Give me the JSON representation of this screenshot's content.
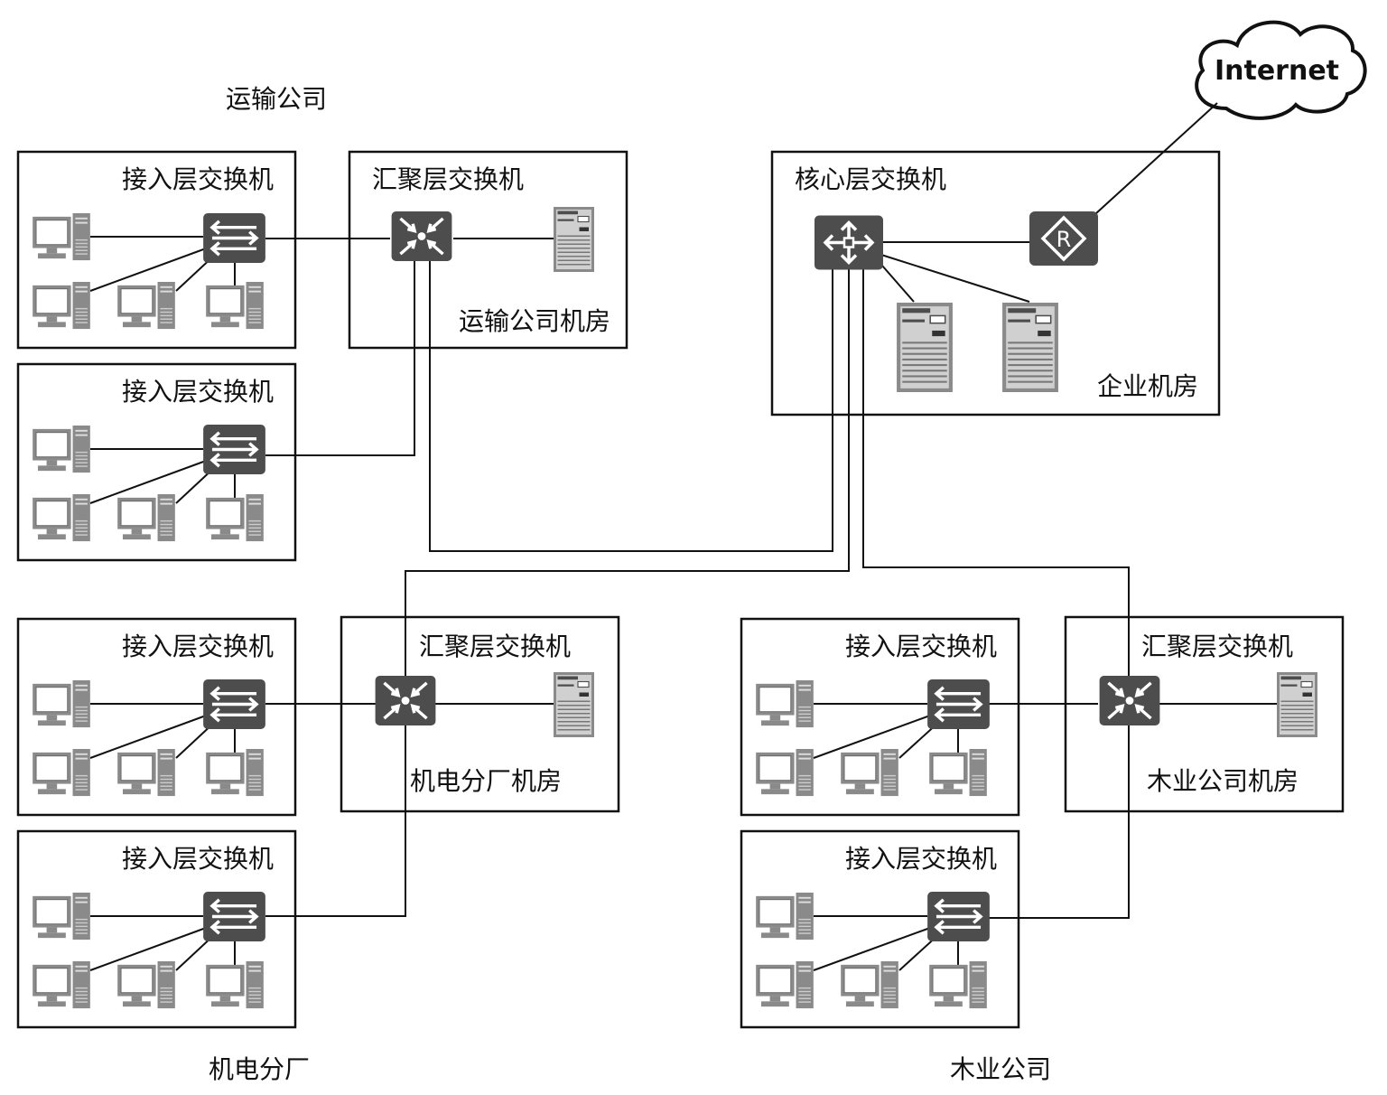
{
  "labels": {
    "transport_company": "运输公司",
    "electro_plant": "机电分厂",
    "wood_company": "木业公司",
    "access_switch": "接入层交换机",
    "aggregation_switch": "汇聚层交换机",
    "core_switch": "核心层交换机",
    "transport_room": "运输公司机房",
    "electro_room": "机电分厂机房",
    "wood_room": "木业公司机房",
    "enterprise_room": "企业机房",
    "internet": "Internet"
  },
  "icons": {
    "pc": "computer-icon",
    "access": "access-switch-icon",
    "aggregation": "aggregation-switch-icon",
    "core": "core-switch-icon",
    "router": "router-icon",
    "server": "server-icon",
    "cloud": "cloud-icon"
  },
  "colors": {
    "device": "#4d4d4d",
    "device_light": "#8a8a8a",
    "line": "#111111"
  }
}
